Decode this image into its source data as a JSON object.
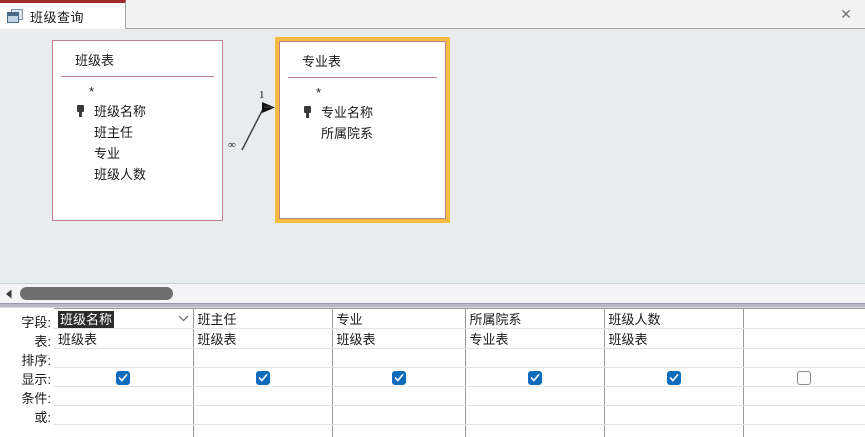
{
  "window": {
    "tab": {
      "label": "班级查询",
      "icon": "query-design-icon",
      "close_icon": "close-icon"
    }
  },
  "diagram": {
    "tables": [
      {
        "title": "班级表",
        "selected": false,
        "asterisk": "*",
        "fields": [
          {
            "name": "班级名称",
            "key": true
          },
          {
            "name": "班主任",
            "key": false
          },
          {
            "name": "专业",
            "key": false
          },
          {
            "name": "班级人数",
            "key": false
          }
        ]
      },
      {
        "title": "专业表",
        "selected": true,
        "asterisk": "*",
        "fields": [
          {
            "name": "专业名称",
            "key": true
          },
          {
            "name": "所属院系",
            "key": false
          }
        ]
      }
    ],
    "join": {
      "many_label": "∞",
      "one_label": "1"
    }
  },
  "scrollbar": {
    "left_arrow_icon": "scroll-left-arrow-icon",
    "thumb_name": "horizontal-scroll-thumb"
  },
  "qbe": {
    "row_headers": [
      "字段:",
      "表:",
      "排序:",
      "显示:",
      "条件:",
      "或:"
    ],
    "columns": [
      {
        "field": "班级名称",
        "table": "班级表",
        "sort": "",
        "show": true,
        "criteria": "",
        "or": "",
        "selected": true,
        "has_dropdown": true
      },
      {
        "field": "班主任",
        "table": "班级表",
        "sort": "",
        "show": true,
        "criteria": "",
        "or": "",
        "selected": false,
        "has_dropdown": false
      },
      {
        "field": "专业",
        "table": "班级表",
        "sort": "",
        "show": true,
        "criteria": "",
        "or": "",
        "selected": false,
        "has_dropdown": false
      },
      {
        "field": "所属院系",
        "table": "专业表",
        "sort": "",
        "show": true,
        "criteria": "",
        "or": "",
        "selected": false,
        "has_dropdown": false
      },
      {
        "field": "班级人数",
        "table": "班级表",
        "sort": "",
        "show": true,
        "criteria": "",
        "or": "",
        "selected": false,
        "has_dropdown": false
      },
      {
        "field": "",
        "table": "",
        "sort": "",
        "show": false,
        "criteria": "",
        "or": "",
        "selected": false,
        "has_dropdown": false
      }
    ]
  },
  "colors": {
    "tab_accent": "#a02b2b",
    "canvas_bg": "#e9ecef",
    "table_border": "#bf7f8c",
    "selection_gold": "#f5bc42",
    "checkbox_blue": "#0f6cbd",
    "splitter": "#b9b9c6"
  }
}
